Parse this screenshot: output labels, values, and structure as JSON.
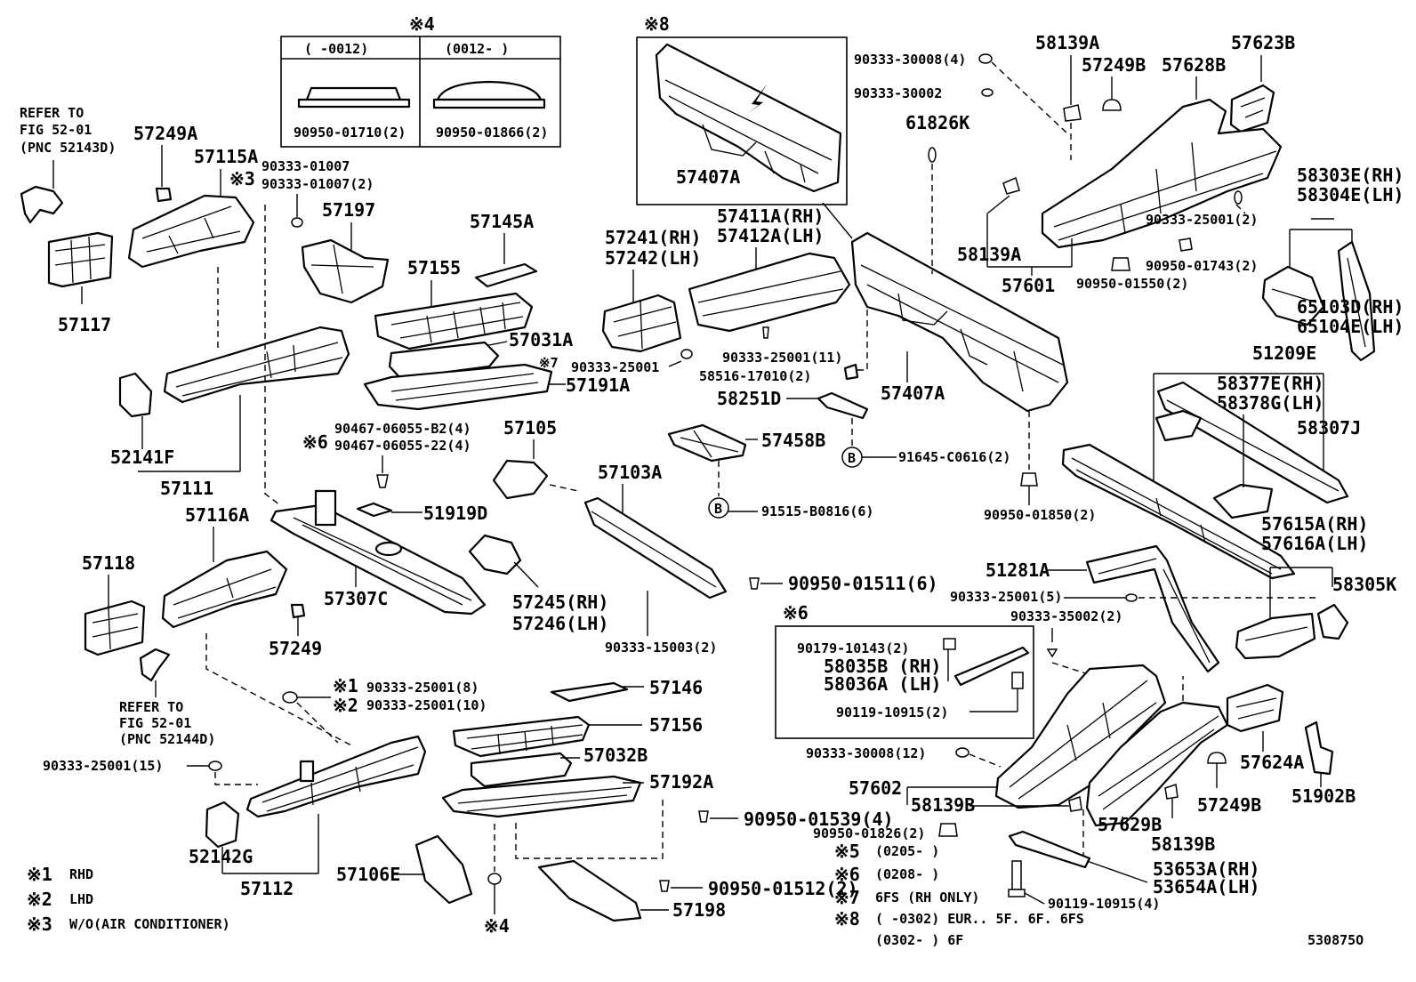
{
  "diagram_id": "530875O",
  "box4": {
    "mark": "※4",
    "col_left": "(   -0012)",
    "col_right": "(0012-   )",
    "part_left": "90950-01710(2)",
    "part_right": "90950-01866(2)"
  },
  "box8": {
    "mark": "※8",
    "part": "57407A"
  },
  "box6": {
    "mark": "※6",
    "line1": "90179-10143(2)",
    "line2": "58035B (RH)",
    "line3": "58036A (LH)",
    "line4": "90119-10915(2)"
  },
  "refer_top": {
    "l1": "REFER TO",
    "l2": "FIG 52-01",
    "l3": "(PNC 52143D)"
  },
  "refer_bottom": {
    "l1": "REFER TO",
    "l2": "FIG 52-01",
    "l3": "(PNC 52144D)"
  },
  "legend": {
    "m1": "※1",
    "t1": "RHD",
    "m2": "※2",
    "t2": "LHD",
    "m3": "※3",
    "t3": "W/O(AIR CONDITIONER)",
    "m5": "※5",
    "t5": "(0205-      )",
    "m6": "※6",
    "t6": "(0208-      )",
    "m7": "※7",
    "t7": "6FS (RH ONLY)",
    "m8": "※8",
    "t8a": "(      -0302) EUR.. 5F. 6F. 6FS",
    "t8b": "(0302-      ) 6F"
  },
  "labels": {
    "p57249A": "57249A",
    "p57115A": "57115A",
    "p57117": "57117",
    "p90333_01007a": "90333-01007",
    "p90333_01007b": "90333-01007(2)",
    "m3a": "※3",
    "p57197": "57197",
    "p57145A": "57145A",
    "p57155": "57155",
    "p57031A": "57031A",
    "m7a": "※7",
    "p57191A": "57191A",
    "p52141F": "52141F",
    "p57111": "57111",
    "p90467a": "90467-06055-B2(4)",
    "p90467b": "90467-06055-22(4)",
    "m6a": "※6",
    "p51919D": "51919D",
    "p57105": "57105",
    "p57103A": "57103A",
    "p57116A": "57116A",
    "p57118": "57118",
    "p57307C": "57307C",
    "p57249": "57249",
    "p57245": "57245(RH)",
    "p57246": "57246(LH)",
    "p90950_01511": "90950-01511(6)",
    "p90333_15003": "90333-15003(2)",
    "m1": "※1",
    "m2": "※2",
    "p90333_25001_8": "90333-25001(8)",
    "p90333_25001_10": "90333-25001(10)",
    "p90333_25001_15": "90333-25001(15)",
    "p57146": "57146",
    "p57156": "57156",
    "p57032B": "57032B",
    "p57192A": "57192A",
    "p52142G": "52142G",
    "p57112": "57112",
    "p57106E": "57106E",
    "m4": "※4",
    "p90950_01539": "90950-01539(4)",
    "p90950_01512": "90950-01512(2)",
    "p57198": "57198",
    "p57241": "57241(RH)",
    "p57242": "57242(LH)",
    "p57411A": "57411A(RH)",
    "p57412A": "57412A(LH)",
    "p90333_25001_single": "90333-25001",
    "p90333_25001_11": "90333-25001(11)",
    "p58516": "58516-17010(2)",
    "p58251D": "58251D",
    "p57458B": "57458B",
    "p57407A_main": "57407A",
    "p91645": "91645-C0616(2)",
    "p91515": "91515-B0816(6)",
    "circB": "B",
    "p90950_01850": "90950-01850(2)",
    "p90333_30008_4": "90333-30008(4)",
    "p90333_30002": "90333-30002",
    "p61826K": "61826K",
    "p58139A_top": "58139A",
    "p57249B_top": "57249B",
    "p57628B": "57628B",
    "p57623B": "57623B",
    "p58139A_mid": "58139A",
    "p57601": "57601",
    "p90333_25001_2": "90333-25001(2)",
    "p90950_01743": "90950-01743(2)",
    "p90950_01550": "90950-01550(2)",
    "p58303E": "58303E(RH)",
    "p58304E": "58304E(LH)",
    "p65103D": "65103D(RH)",
    "p65104E": "65104E(LH)",
    "p51209E": "51209E",
    "p58377E": "58377E(RH)",
    "p58378G": "58378G(LH)",
    "p58307J": "58307J",
    "p57615A": "57615A(RH)",
    "p57616A": "57616A(LH)",
    "p58305K": "58305K",
    "p51281A": "51281A",
    "p90333_25001_5": "90333-25001(5)",
    "p90333_35002": "90333-35002(2)",
    "p90333_30008_12": "90333-30008(12)",
    "p57602": "57602",
    "p58139B_mid": "58139B",
    "p90950_01826": "90950-01826(2)",
    "p57624A": "57624A",
    "p51902B": "51902B",
    "p57249B_bot": "57249B",
    "p57629B": "57629B",
    "p58139B_bot": "58139B",
    "p53653A": "53653A(RH)",
    "p53654A": "53654A(LH)",
    "p90119_10915_4": "90119-10915(4)"
  }
}
